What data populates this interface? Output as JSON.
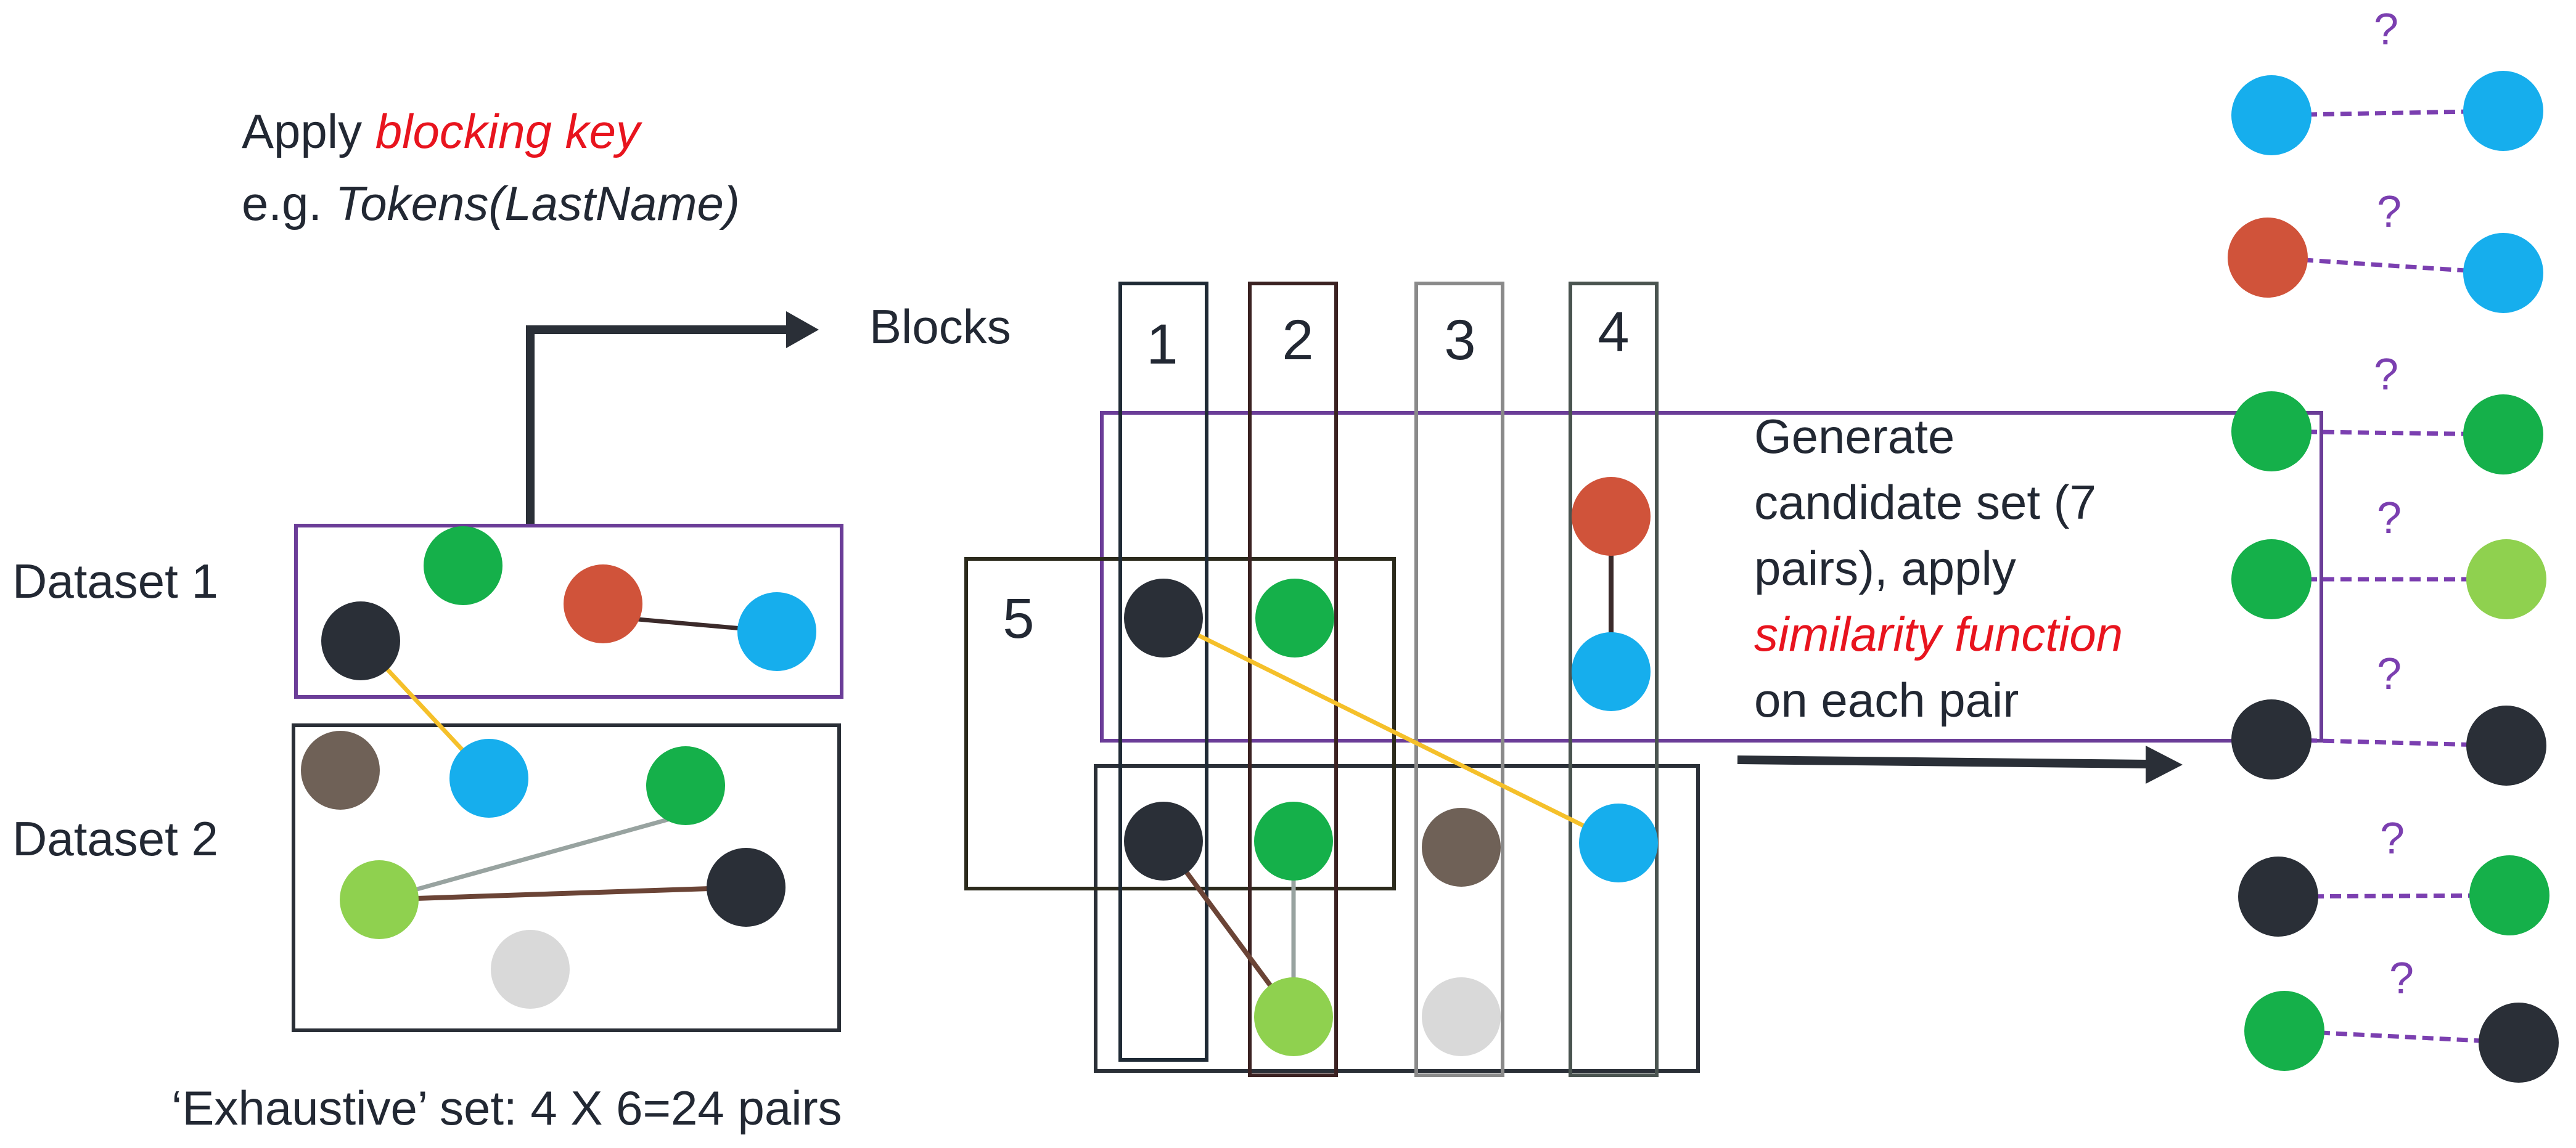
{
  "annotations": {
    "apply_prefix": "Apply ",
    "blocking_key": "blocking key",
    "example_prefix": "e.g. ",
    "example_fn": "Tokens(LastName)",
    "blocks_label": "Blocks",
    "dataset1_label": "Dataset 1",
    "dataset2_label": "Dataset 2",
    "exhaustive_label": "‘Exhaustive’ set: 4 X 6=24 pairs",
    "generate_line1": "Generate",
    "generate_line2": "candidate set (7",
    "generate_line3": "pairs), apply",
    "similarity_function": "similarity function",
    "generate_line5": "on each pair"
  },
  "blocks": [
    "1",
    "2",
    "3",
    "4",
    "5"
  ],
  "pair_marker": "?",
  "colors": {
    "black": "#2a2f37",
    "green": "#15b04a",
    "orange": "#d0533a",
    "blue": "#16aeed",
    "brown": "#6f6157",
    "lightgreen": "#8fd14f",
    "lightgray": "#d9d9d9",
    "purple": "#6b3d98",
    "yellow": "#f5c02a",
    "gray_line": "#98a3a0",
    "brown_line": "#6b4436",
    "dark_line": "#3b2a2a",
    "pair_dash": "#7b3fb0",
    "accent_red": "#e8141e"
  }
}
